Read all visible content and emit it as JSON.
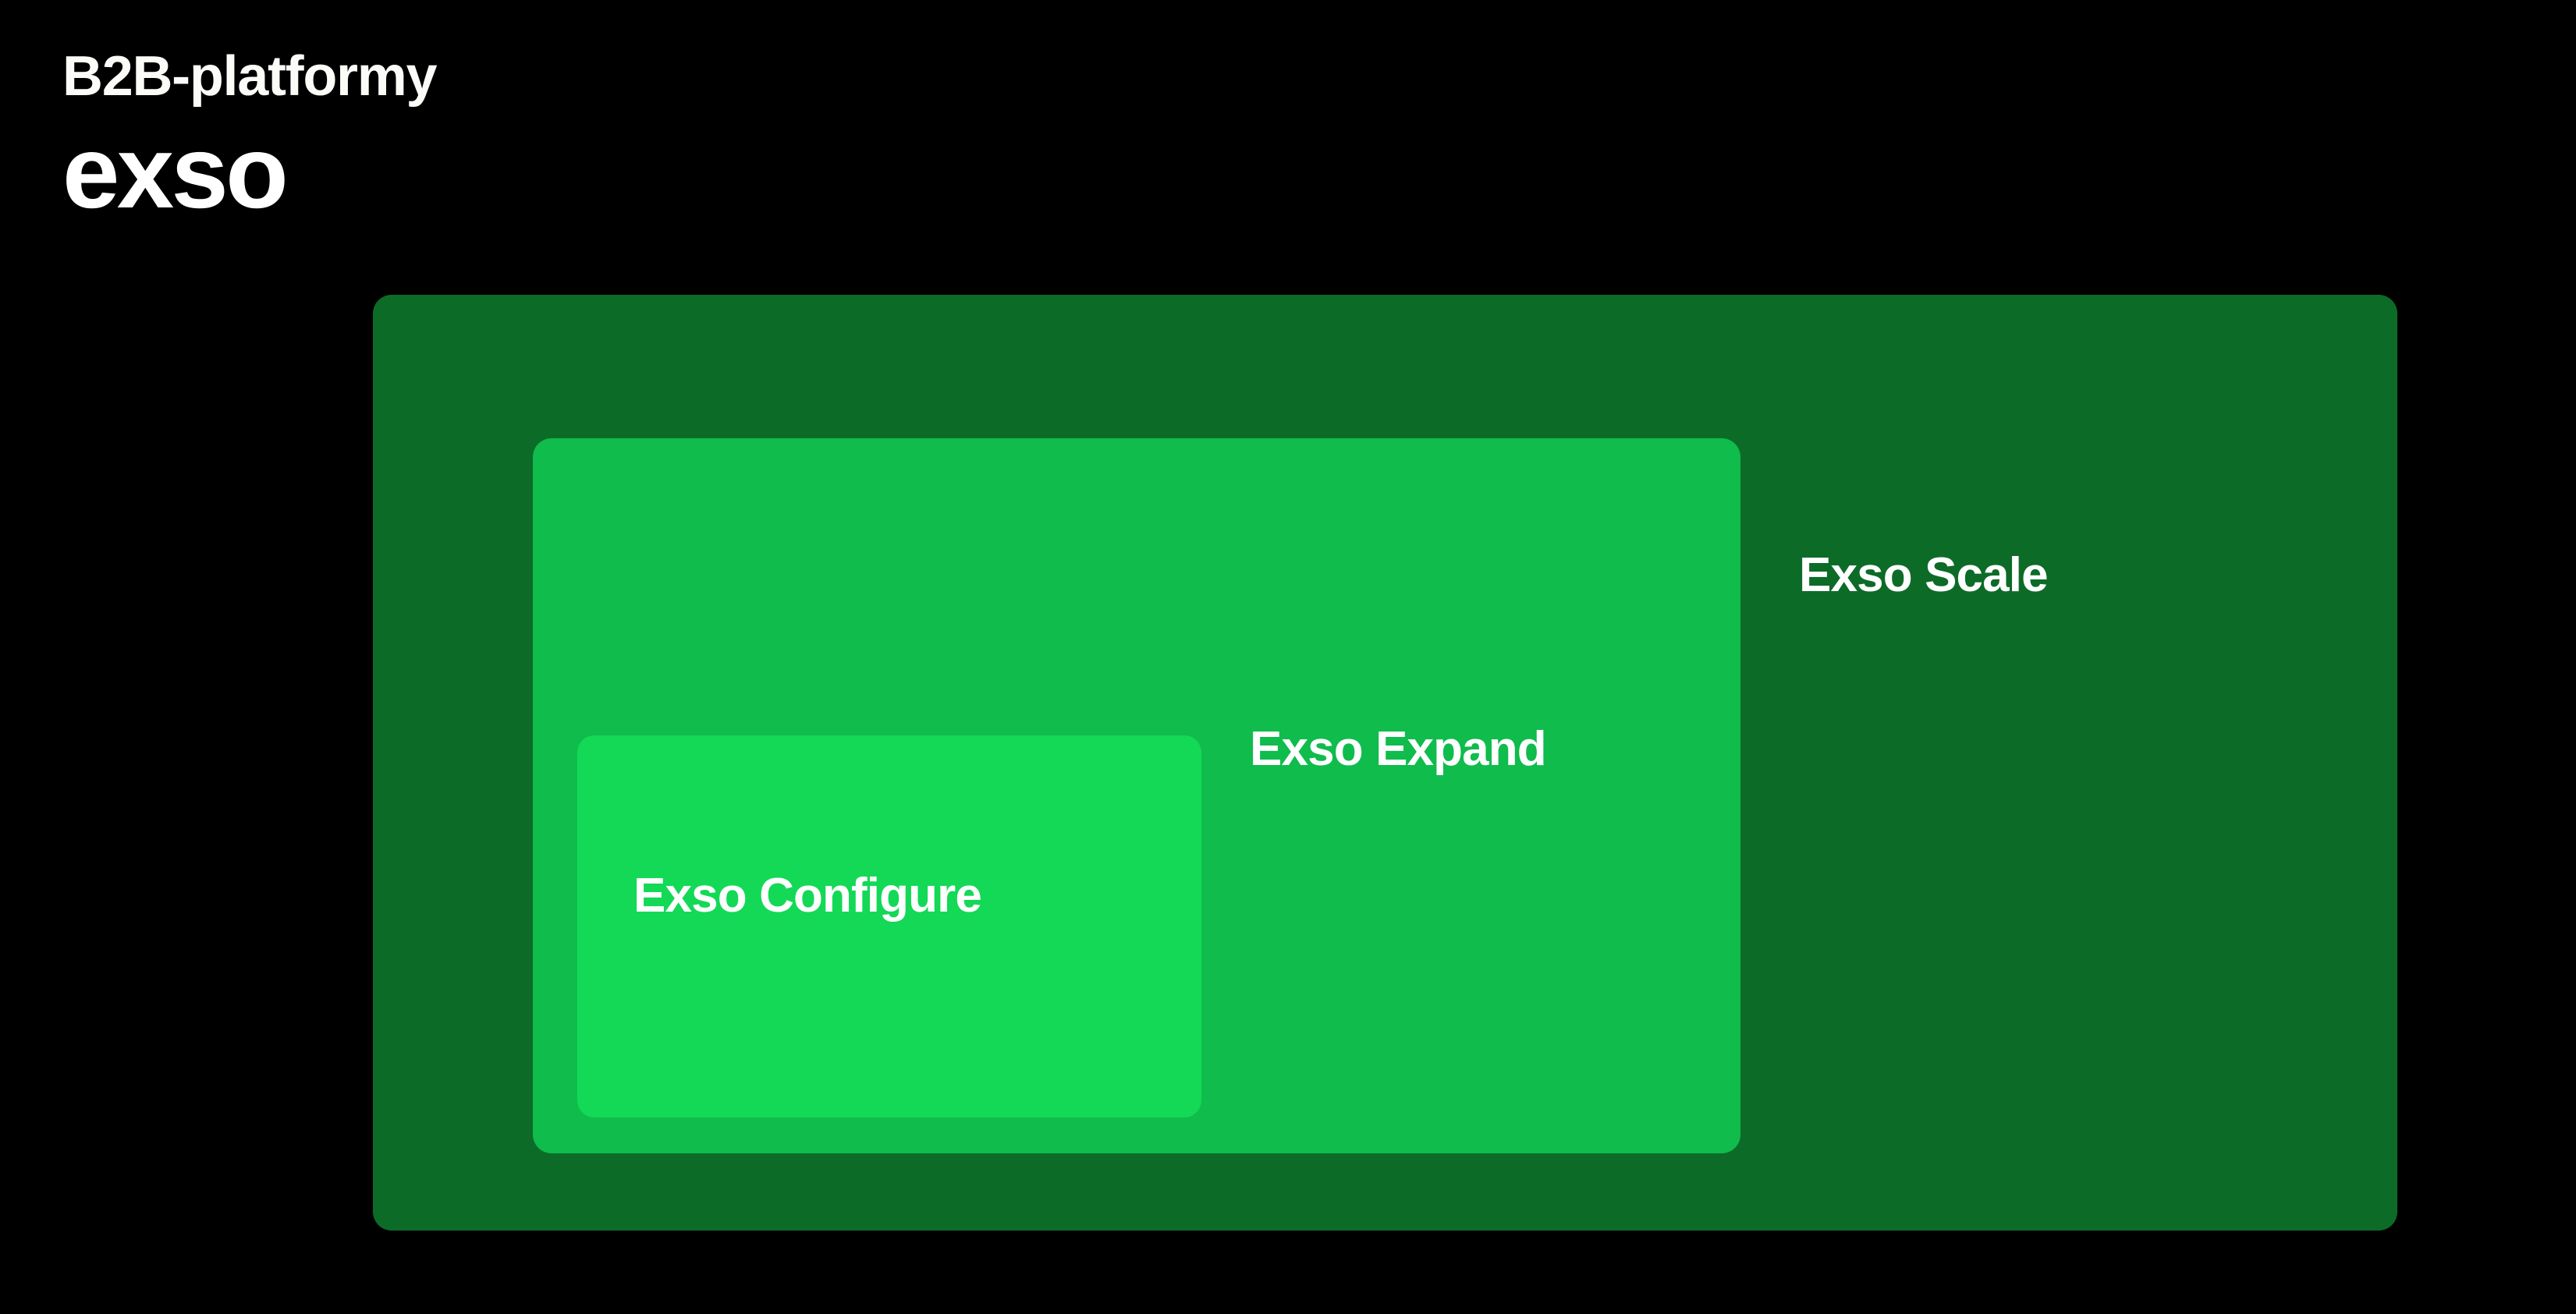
{
  "header": {
    "kicker": "B2B-platformy",
    "wordmark": "exso"
  },
  "diagram": {
    "type": "nested-containment",
    "description": "Three concentric rounded rectangles representing nested product tiers, outermost is the broadest offering.",
    "tiers": [
      {
        "id": "scale",
        "label": "Exso Scale",
        "level": 1,
        "scope": "outermost",
        "color": "#0D6B28",
        "label_color": "#FFFFFF"
      },
      {
        "id": "expand",
        "label": "Exso Expand",
        "level": 2,
        "scope": "middle",
        "color": "#0FBC4C",
        "label_color": "#FFFFFF"
      },
      {
        "id": "configure",
        "label": "Exso Configure",
        "level": 3,
        "scope": "innermost",
        "color": "#13D956",
        "label_color": "#FFFFFF"
      }
    ]
  },
  "colors": {
    "background": "#000000",
    "text_primary": "#FFFFFF",
    "kicker": "#FBFBF8",
    "tier_outer": "#0D6B28",
    "tier_middle": "#0FBC4C",
    "tier_inner": "#13D956"
  }
}
